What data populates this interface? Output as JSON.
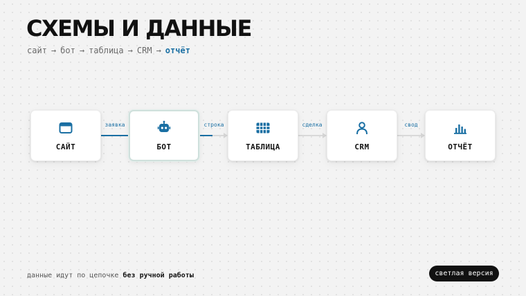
{
  "header": {
    "title": "СХЕМЫ И ДАННЫЕ",
    "breadcrumb": {
      "items": [
        "сайт",
        "бот",
        "таблица",
        "CRM",
        "отчёт"
      ],
      "separator": "→",
      "active_index": 4
    }
  },
  "flow": {
    "nodes": [
      {
        "label": "САЙТ",
        "icon": "browser-window-icon"
      },
      {
        "label": "БОТ",
        "icon": "robot-icon"
      },
      {
        "label": "ТАБЛИЦА",
        "icon": "grid-table-icon"
      },
      {
        "label": "CRM",
        "icon": "person-icon"
      },
      {
        "label": "ОТЧЁТ",
        "icon": "bar-chart-icon"
      }
    ],
    "edges": [
      {
        "label": "заявка",
        "active": true
      },
      {
        "label": "строка",
        "active": true
      },
      {
        "label": "сделка",
        "active": false
      },
      {
        "label": "свод",
        "active": false
      }
    ],
    "active_node_index": 1
  },
  "footer": {
    "text": "данные идут по цепочке",
    "emphasis": "без ручной работы",
    "version_button": "светлая версия"
  },
  "colors": {
    "accent": "#1a6fa3",
    "background": "#f3f3f3",
    "pill": "#111111"
  }
}
